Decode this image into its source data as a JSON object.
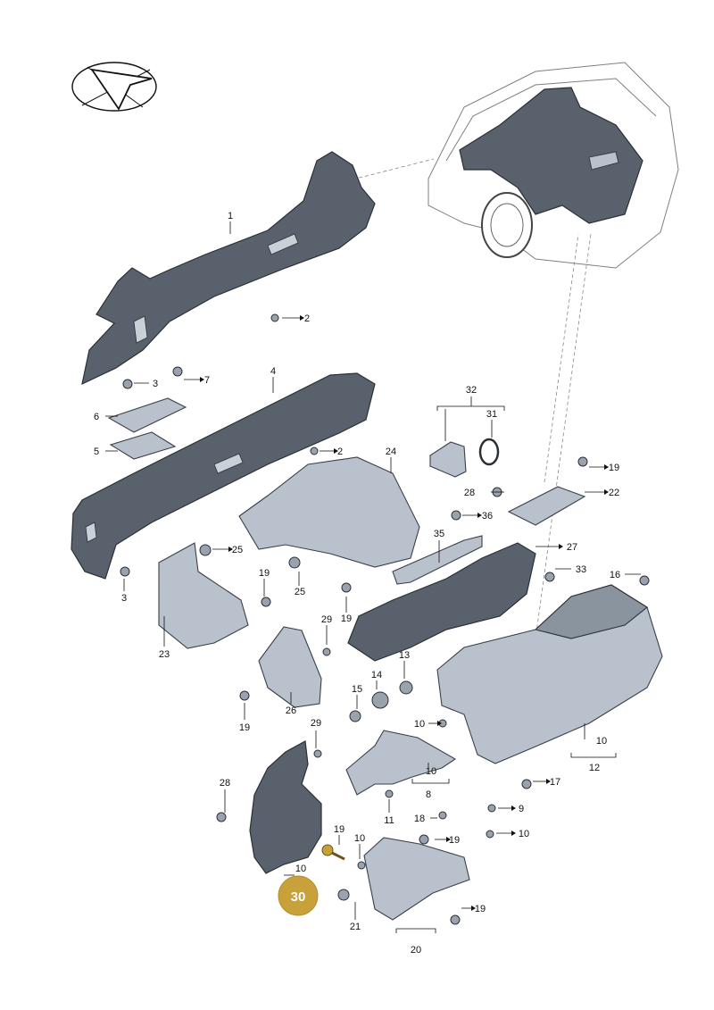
{
  "diagram": {
    "highlight_color": "#c9a13a",
    "part_color": "#59626c",
    "highlighted_callout": "30",
    "callouts": [
      {
        "id": "c1",
        "label": "1"
      },
      {
        "id": "c2a",
        "label": "2"
      },
      {
        "id": "c3a",
        "label": "3"
      },
      {
        "id": "c7",
        "label": "7"
      },
      {
        "id": "c4",
        "label": "4"
      },
      {
        "id": "c6",
        "label": "6"
      },
      {
        "id": "c5",
        "label": "5"
      },
      {
        "id": "c2b",
        "label": "2"
      },
      {
        "id": "c32",
        "label": "32"
      },
      {
        "id": "c31",
        "label": "31"
      },
      {
        "id": "c24",
        "label": "24"
      },
      {
        "id": "c19a",
        "label": "19"
      },
      {
        "id": "c28a",
        "label": "28"
      },
      {
        "id": "c22",
        "label": "22"
      },
      {
        "id": "c36",
        "label": "36"
      },
      {
        "id": "c35",
        "label": "35"
      },
      {
        "id": "c27",
        "label": "27"
      },
      {
        "id": "c25a",
        "label": "25"
      },
      {
        "id": "c25b",
        "label": "25"
      },
      {
        "id": "c19b",
        "label": "19"
      },
      {
        "id": "c33",
        "label": "33"
      },
      {
        "id": "c16",
        "label": "16"
      },
      {
        "id": "c19c",
        "label": "19"
      },
      {
        "id": "c3b",
        "label": "3"
      },
      {
        "id": "c23",
        "label": "23"
      },
      {
        "id": "c29a",
        "label": "29"
      },
      {
        "id": "c14",
        "label": "14"
      },
      {
        "id": "c13",
        "label": "13"
      },
      {
        "id": "c15",
        "label": "15"
      },
      {
        "id": "c26",
        "label": "26"
      },
      {
        "id": "c19d",
        "label": "19"
      },
      {
        "id": "c10a",
        "label": "10"
      },
      {
        "id": "c10b",
        "label": "10"
      },
      {
        "id": "c12",
        "label": "12"
      },
      {
        "id": "c29b",
        "label": "29"
      },
      {
        "id": "c10c",
        "label": "10"
      },
      {
        "id": "c8",
        "label": "8"
      },
      {
        "id": "c17",
        "label": "17"
      },
      {
        "id": "c28b",
        "label": "28"
      },
      {
        "id": "c11",
        "label": "11"
      },
      {
        "id": "c9",
        "label": "9"
      },
      {
        "id": "c18",
        "label": "18"
      },
      {
        "id": "c19e",
        "label": "19"
      },
      {
        "id": "c10d",
        "label": "10"
      },
      {
        "id": "c19f",
        "label": "19"
      },
      {
        "id": "c10e",
        "label": "10"
      },
      {
        "id": "c10f",
        "label": "10"
      },
      {
        "id": "c21",
        "label": "21"
      },
      {
        "id": "c19g",
        "label": "19"
      },
      {
        "id": "c20",
        "label": "20"
      }
    ]
  }
}
